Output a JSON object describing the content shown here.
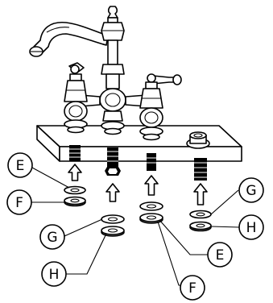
{
  "callouts": {
    "e_left": "E",
    "f_left": "F",
    "g_left": "G",
    "h_left": "H",
    "e_right": "E",
    "f_right": "F",
    "g_right": "G",
    "h_right": "H"
  },
  "colors": {
    "ink": "#000000",
    "background": "#ffffff",
    "shade": "#9a9a9a"
  }
}
